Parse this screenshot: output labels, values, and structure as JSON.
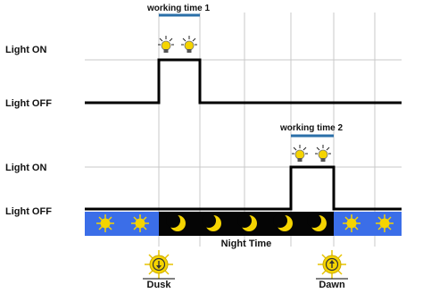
{
  "timeline_1": {
    "caption": "working time 1",
    "on_label": "Light ON",
    "off_label": "Light OFF"
  },
  "timeline_2": {
    "caption": "working time 2",
    "on_label": "Light ON",
    "off_label": "Light OFF"
  },
  "night_band": {
    "caption": "Night Time"
  },
  "events": {
    "dusk": "Dusk",
    "dawn": "Dawn"
  },
  "colors": {
    "day": "#3b6ee8",
    "night": "#050505",
    "sun": "#f5d400",
    "moon": "#f5d400",
    "working_bar": "#2a6fa8",
    "signal": "#000000",
    "grid": "#c8c8c8"
  },
  "icons": [
    "sun-icon",
    "moon-icon",
    "bulb-icon",
    "dusk-sun-down-icon",
    "dawn-sun-up-icon"
  ]
}
